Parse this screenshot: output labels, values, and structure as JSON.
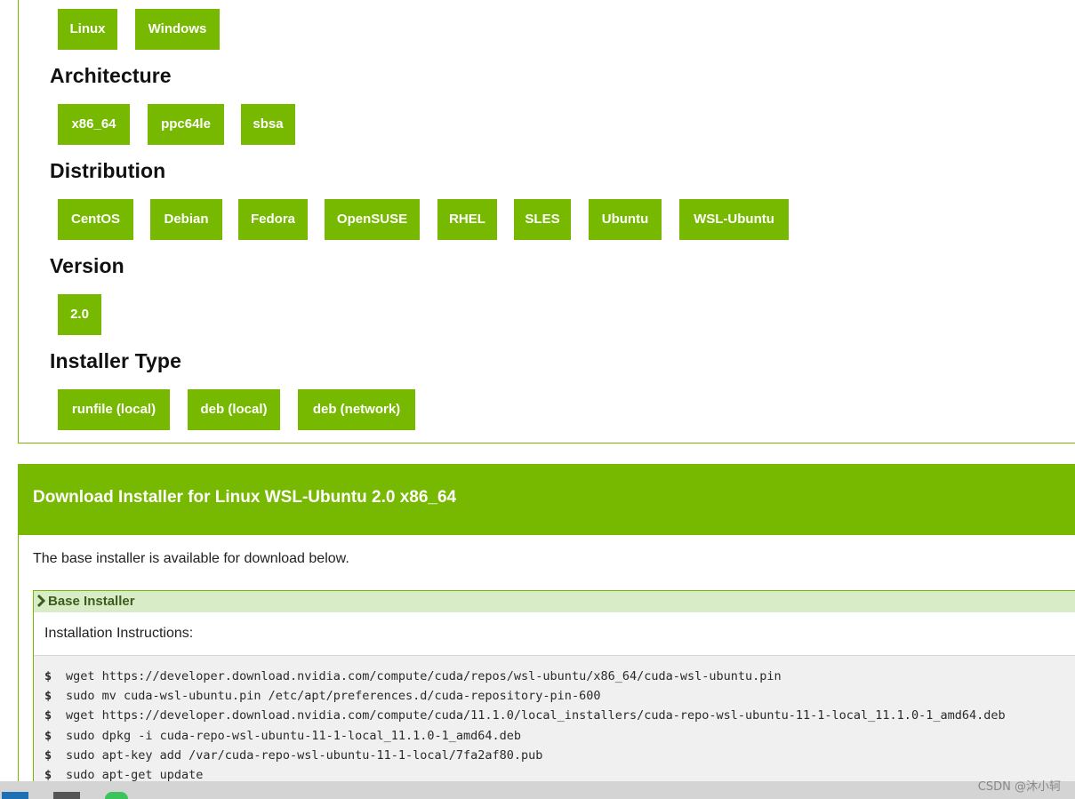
{
  "operating_system": {
    "options": [
      "Linux",
      "Windows"
    ]
  },
  "architecture": {
    "title": "Architecture",
    "options": [
      "x86_64",
      "ppc64le",
      "sbsa"
    ]
  },
  "distribution": {
    "title": "Distribution",
    "options": [
      "CentOS",
      "Debian",
      "Fedora",
      "OpenSUSE",
      "RHEL",
      "SLES",
      "Ubuntu",
      "WSL-Ubuntu"
    ]
  },
  "version": {
    "title": "Version",
    "options": [
      "2.0"
    ]
  },
  "installer_type": {
    "title": "Installer Type",
    "options": [
      "runfile (local)",
      "deb (local)",
      "deb (network)"
    ]
  },
  "download": {
    "title": "Download Installer for Linux WSL-Ubuntu 2.0 x86_64",
    "description": "The base installer is available for download below.",
    "base_installer": {
      "title": "Base Installer",
      "subtitle": "Installation Instructions:",
      "prompt": "$",
      "commands": [
        "wget https://developer.download.nvidia.com/compute/cuda/repos/wsl-ubuntu/x86_64/cuda-wsl-ubuntu.pin",
        "sudo mv cuda-wsl-ubuntu.pin /etc/apt/preferences.d/cuda-repository-pin-600",
        "wget https://developer.download.nvidia.com/compute/cuda/11.1.0/local_installers/cuda-repo-wsl-ubuntu-11-1-local_11.1.0-1_amd64.deb",
        "sudo dpkg -i cuda-repo-wsl-ubuntu-11-1-local_11.1.0-1_amd64.deb",
        "sudo apt-key add /var/cuda-repo-wsl-ubuntu-11-1-local/7fa2af80.pub",
        "sudo apt-get update"
      ]
    }
  },
  "watermark": "CSDN @沐小轲",
  "colors": {
    "accent": "#76b900",
    "accordion_header": "#d9ecc8",
    "code_background": "#f0f0f0"
  },
  "icons": [
    "chevron-right-icon",
    "taskbar-app-icon"
  ]
}
